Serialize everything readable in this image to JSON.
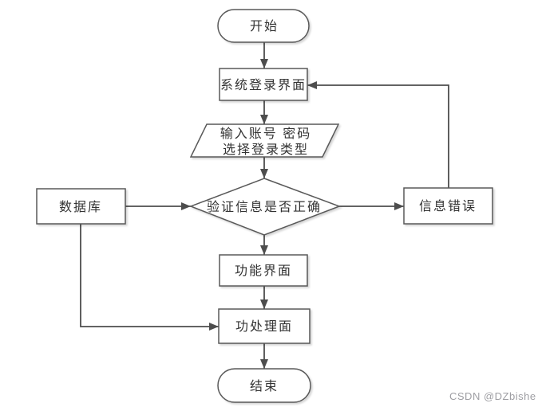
{
  "page": {
    "background": "#ffffff"
  },
  "diagram": {
    "type": "flowchart",
    "nodes": {
      "start": {
        "shape": "terminator",
        "label": "开始"
      },
      "login": {
        "shape": "process",
        "label": "系统登录界面"
      },
      "input": {
        "shape": "input-output",
        "line1": "输入账号 密码",
        "line2": "选择登录类型"
      },
      "verify": {
        "shape": "decision",
        "label": "验证信息是否正确"
      },
      "database": {
        "shape": "process",
        "label": "数据库"
      },
      "error": {
        "shape": "process",
        "label": "信息错误"
      },
      "function": {
        "shape": "process",
        "label": "功能界面"
      },
      "handler": {
        "shape": "process",
        "label": "功处理面"
      },
      "end": {
        "shape": "terminator",
        "label": "结束"
      }
    },
    "edges": [
      {
        "from": "start",
        "to": "login"
      },
      {
        "from": "login",
        "to": "input"
      },
      {
        "from": "input",
        "to": "verify"
      },
      {
        "from": "verify",
        "to": "function"
      },
      {
        "from": "function",
        "to": "handler"
      },
      {
        "from": "handler",
        "to": "end"
      },
      {
        "from": "database",
        "to": "verify"
      },
      {
        "from": "verify",
        "to": "error"
      },
      {
        "from": "error",
        "to": "login"
      },
      {
        "from": "database",
        "to": "handler"
      }
    ],
    "colors": {
      "shape_fill": "#ffffff",
      "shape_border": "#595959",
      "connector": "#4d4d4d",
      "text": "#333333",
      "watermark": "#9e9ea3"
    }
  },
  "watermark": {
    "text": "CSDN @DZbishe"
  }
}
